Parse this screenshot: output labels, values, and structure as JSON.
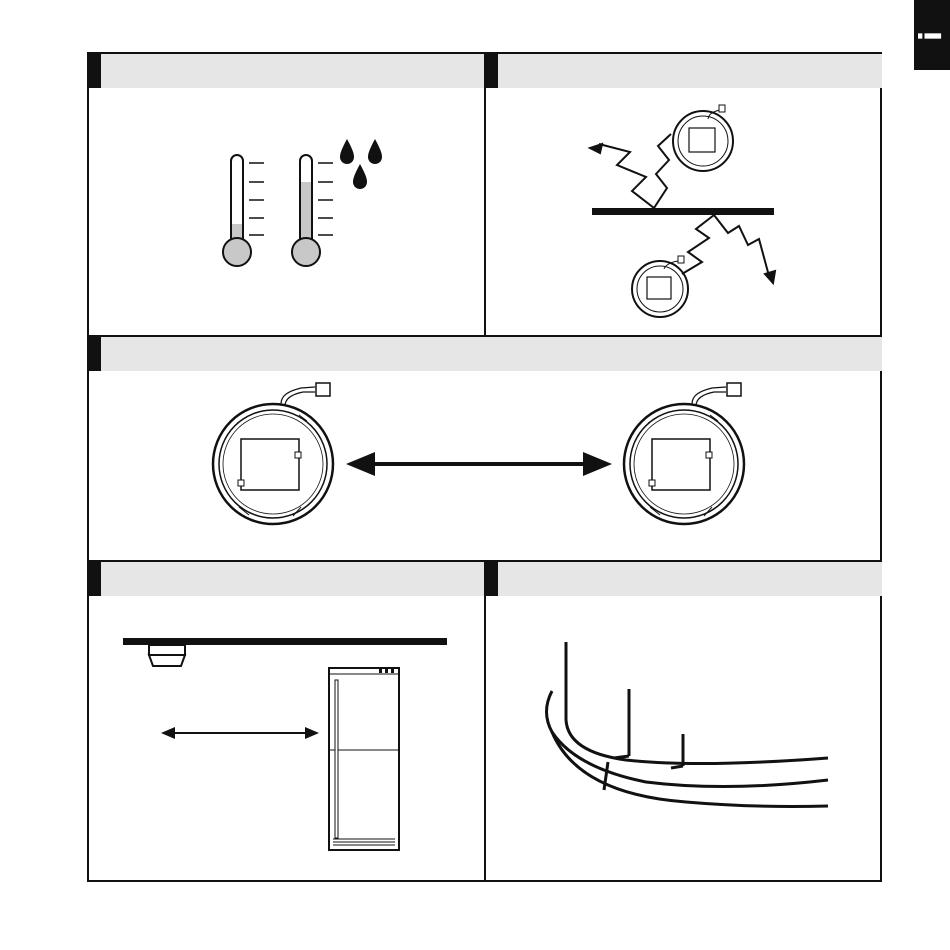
{
  "page": {
    "side_tab_icon": "info-icon",
    "side_tab_glyph": "i",
    "accent_color": "#111111",
    "header_color": "#e6e6e6"
  },
  "panels": [
    {
      "id": "climate",
      "icons": [
        "thermometer-low-icon",
        "thermometer-high-icon",
        "water-drops-icon"
      ]
    },
    {
      "id": "radio-shielding",
      "icons": [
        "detector-base-icon",
        "radio-wave-icon",
        "wall-barrier-icon"
      ]
    },
    {
      "id": "detector-spacing",
      "icons": [
        "detector-base-icon",
        "double-arrow-icon"
      ]
    },
    {
      "id": "appliance-distance",
      "icons": [
        "ceiling-icon",
        "smoke-detector-icon",
        "refrigerator-icon",
        "double-arrow-icon"
      ]
    },
    {
      "id": "ceiling-beams",
      "icons": [
        "ceiling-beam-icon"
      ]
    }
  ]
}
